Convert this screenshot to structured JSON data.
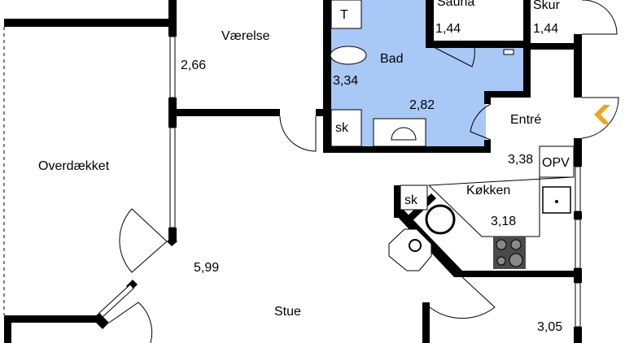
{
  "rooms": {
    "vaerelse": {
      "name": "Værelse",
      "width": "2,66"
    },
    "overdaekket": {
      "name": "Overdækket"
    },
    "stue": {
      "name": "Stue",
      "width": "5,99"
    },
    "bad": {
      "name": "Bad",
      "width": "3,34",
      "depth": "2,82"
    },
    "sauna": {
      "name": "Sauna",
      "width": "1,44"
    },
    "skur": {
      "name": "Skur",
      "width": "1,44"
    },
    "entre": {
      "name": "Entré",
      "width": "3,38"
    },
    "kokken": {
      "name": "Køkken",
      "width": "3,18"
    },
    "unnamed_room": {
      "width": "3,05"
    }
  },
  "fixtures": {
    "toilet_label": "T",
    "bad_cabinet": "sk",
    "kitchen_cabinet": "sk",
    "utility": "OPV"
  },
  "colors": {
    "bathroom_fill": "#a8c8f5",
    "entrance_arrow": "#f0a41e",
    "wall": "#000000",
    "stove": "#4a4a4a"
  }
}
